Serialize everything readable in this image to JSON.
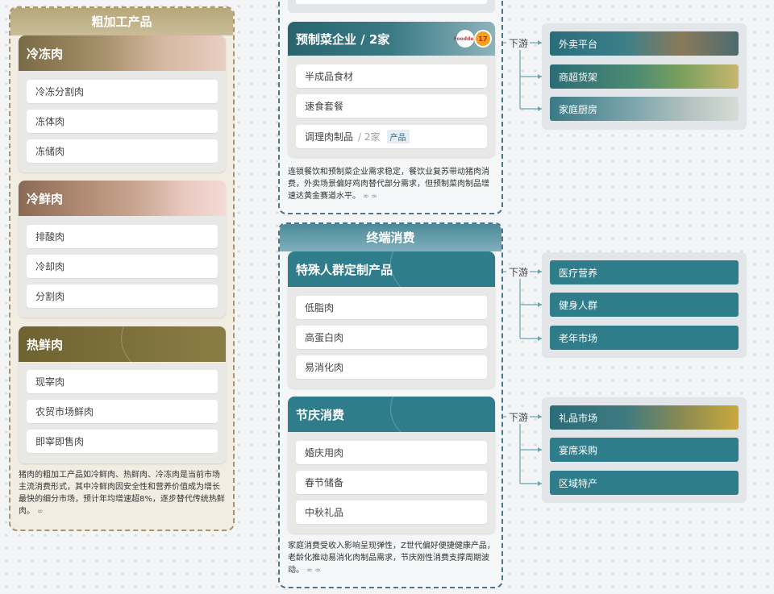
{
  "raw": {
    "title": "粗加工产品",
    "cards": [
      {
        "title": "冷冻肉",
        "items": [
          "冷冻分割肉",
          "冻体肉",
          "冻储肉"
        ]
      },
      {
        "title": "冷鲜肉",
        "items": [
          "排酸肉",
          "冷却肉",
          "分割肉"
        ]
      },
      {
        "title": "热鲜肉",
        "items": [
          "现宰肉",
          "农贸市场鲜肉",
          "即宰即售肉"
        ]
      }
    ],
    "note": "猪肉的粗加工产品如冷鲜肉、热鲜肉、冷冻肉是当前市场主流消费形式，其中冷鲜肉因安全性和营养价值成为增长最快的细分市场，预计年均增速超8%，逐步替代传统热鲜肉。",
    "link_icon": "∞"
  },
  "prepared": {
    "card_title": "预制菜企业 / 2家",
    "items": [
      {
        "label": "半成品食材"
      },
      {
        "label": "速食套餐"
      },
      {
        "label": "调理肉制品",
        "count": "/ 2家",
        "tag": "产品"
      }
    ],
    "note": "连锁餐饮和预制菜企业需求稳定，餐饮业复苏带动猪肉消费，外卖场景偏好鸡肉替代部分需求，但预制菜肉制品增速达黄金赛道水平。",
    "logo_text": "Fooddee",
    "logo2_text": "17",
    "downstream_label": "下游",
    "downstream": [
      "外卖平台",
      "商超货架",
      "家庭厨房"
    ]
  },
  "terminal": {
    "title": "终端消费",
    "cards": [
      {
        "title": "特殊人群定制产品",
        "items": [
          "低脂肉",
          "高蛋白肉",
          "易消化肉"
        ],
        "downstream_label": "下游",
        "downstream": [
          "医疗营养",
          "健身人群",
          "老年市场"
        ]
      },
      {
        "title": "节庆消费",
        "items": [
          "婚庆用肉",
          "春节储备",
          "中秋礼品"
        ],
        "downstream_label": "下游",
        "downstream": [
          "礼品市场",
          "宴席采购",
          "区域特产"
        ]
      }
    ],
    "note": "家庭消费受收入影响呈现弹性，Z世代偏好便捷健康产品，老龄化推动易消化肉制品需求，节庆刚性消费支撑周期波动。"
  },
  "colors": {
    "raw_border": "#a8956a",
    "raw_bg": "#f1ede3",
    "teal_border": "#4a7688",
    "teal_head": "#2f7d8a",
    "olive_head": "#7b6f3a",
    "line": "#6aa4b3"
  }
}
